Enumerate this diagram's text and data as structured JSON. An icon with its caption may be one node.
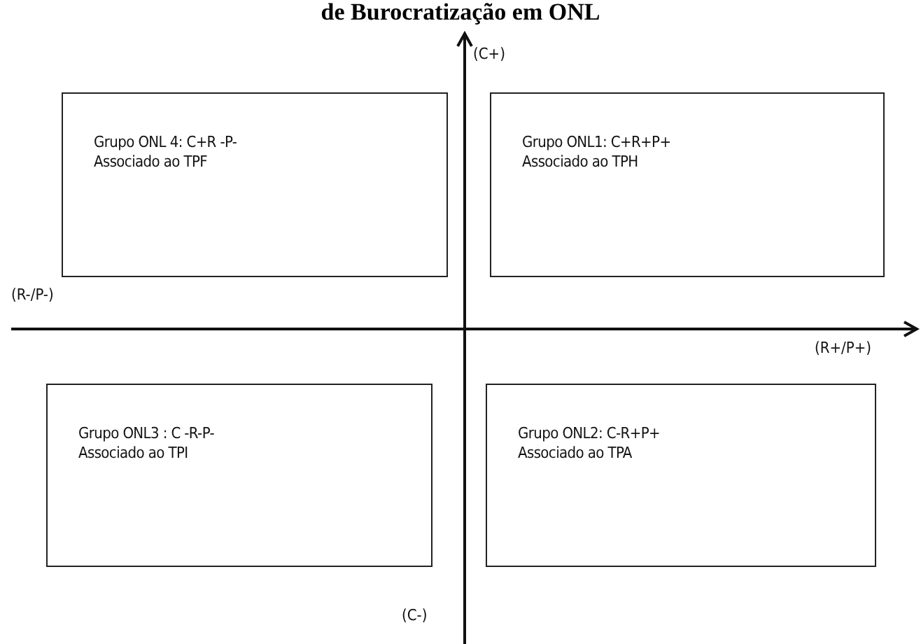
{
  "diagram": {
    "title": "de Burocratização em ONL",
    "nodes": [
      {
        "text": [
          "Grupo ONL 4:  C+R -P-",
          "Associado ao TPF"
        ]
      },
      {
        "text": [
          "Grupo ONL1: C+R+P+",
          "Associado ao TPH"
        ]
      },
      {
        "text": [
          "Grupo ONL3  : C -R-P-",
          "Associado ao TPI"
        ]
      },
      {
        "text": [
          "Grupo ONL2:  C-R+P+",
          "Associado ao TPA"
        ]
      }
    ],
    "edges": [],
    "labels": [
      "(C+)",
      "(R-/P-)",
      "(R+/P+)",
      "(C-)"
    ]
  }
}
